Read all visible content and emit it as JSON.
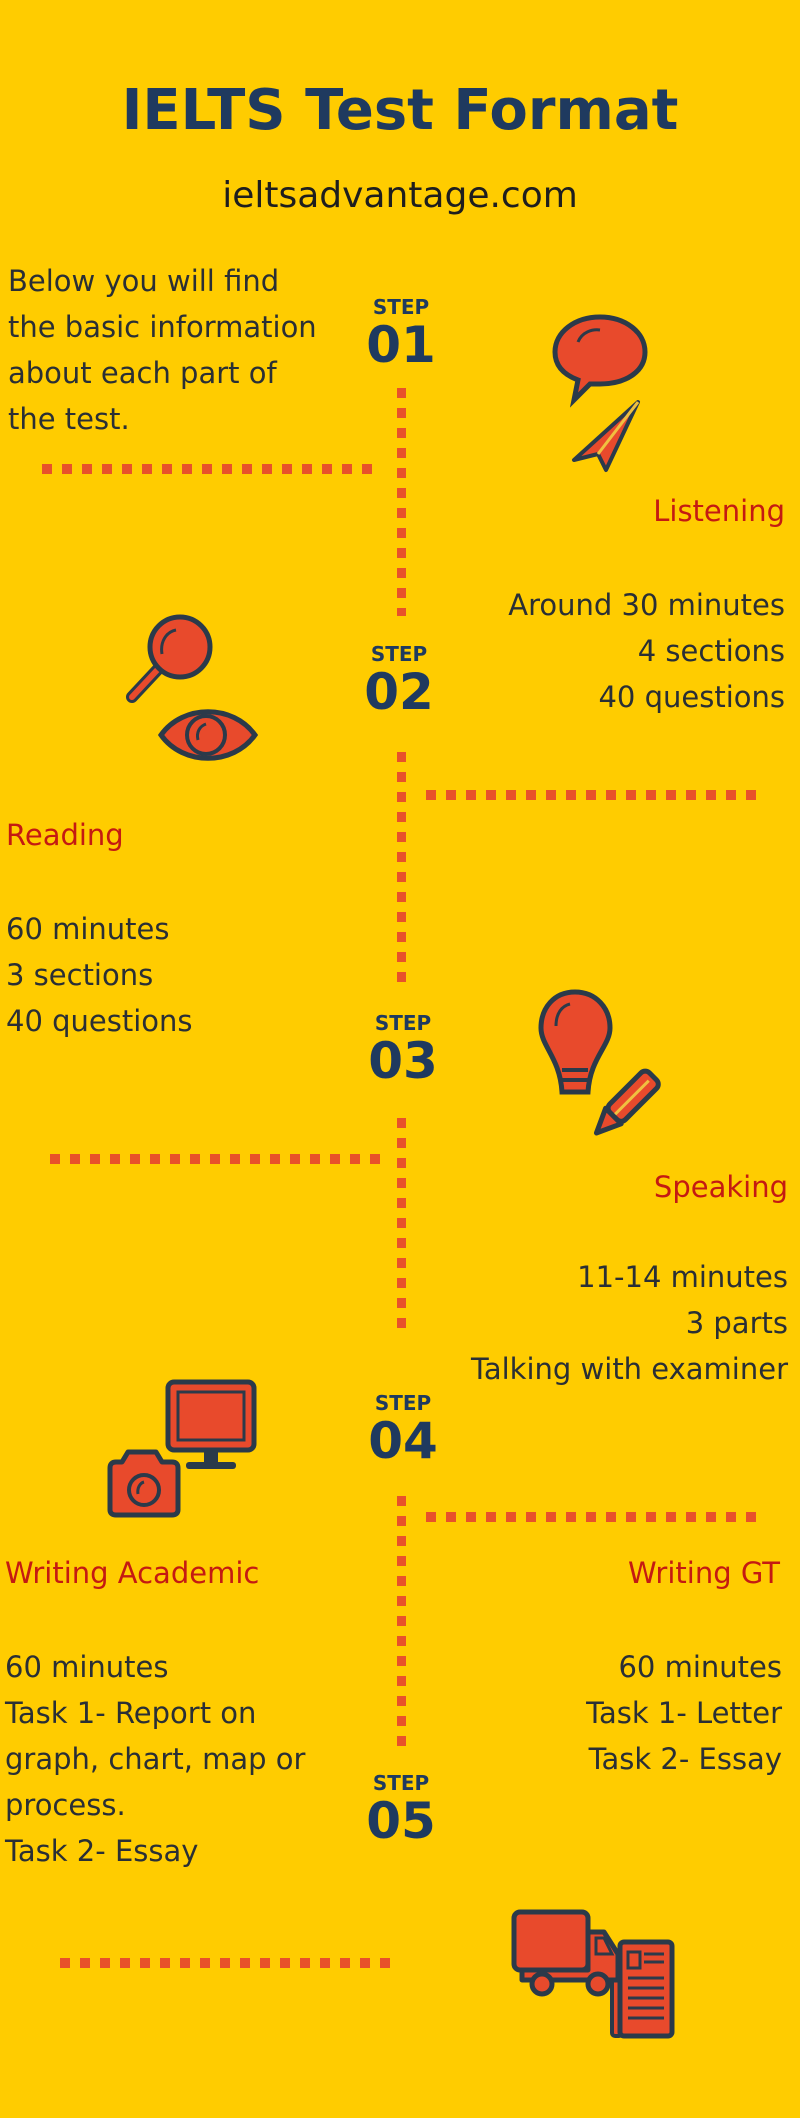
{
  "header": {
    "title": "IELTS Test Format",
    "subtitle": "ieltsadvantage.com"
  },
  "intro": {
    "lines": [
      "Below you will find",
      "the basic information",
      "about each part of",
      "the test."
    ]
  },
  "steps": [
    {
      "label": "STEP",
      "number": "01"
    },
    {
      "label": "STEP",
      "number": "02"
    },
    {
      "label": "STEP",
      "number": "03"
    },
    {
      "label": "STEP",
      "number": "04"
    },
    {
      "label": "STEP",
      "number": "05"
    }
  ],
  "sections": {
    "listening": {
      "title": "Listening",
      "details": [
        "Around 30 minutes",
        "4 sections",
        "40 questions"
      ],
      "icon": "speech-bubble-paper-plane-icon"
    },
    "reading": {
      "title": "Reading",
      "details": [
        "60 minutes",
        "3 sections",
        "40 questions"
      ],
      "icon": "magnifier-eye-icon"
    },
    "speaking": {
      "title": "Speaking",
      "details": [
        "11-14 minutes",
        "3 parts",
        "Talking with examiner"
      ],
      "icon": "lightbulb-pencil-icon"
    },
    "writing_academic": {
      "title": "Writing Academic",
      "details": [
        "60 minutes",
        "Task 1- Report on",
        "graph, chart, map or",
        "process.",
        "Task 2- Essay"
      ],
      "icon": "monitor-camera-icon"
    },
    "writing_gt": {
      "title": "Writing GT",
      "details": [
        "60 minutes",
        "Task 1- Letter",
        "Task 2- Essay"
      ],
      "icon": "newspaper-truck-icon"
    }
  },
  "colors": {
    "background": "#ffcc00",
    "title": "#1f3a5f",
    "heading_red": "#c41a12",
    "dots": "#e8512a",
    "icon_fill": "#e84a2c",
    "icon_stroke": "#2b3a4a"
  }
}
